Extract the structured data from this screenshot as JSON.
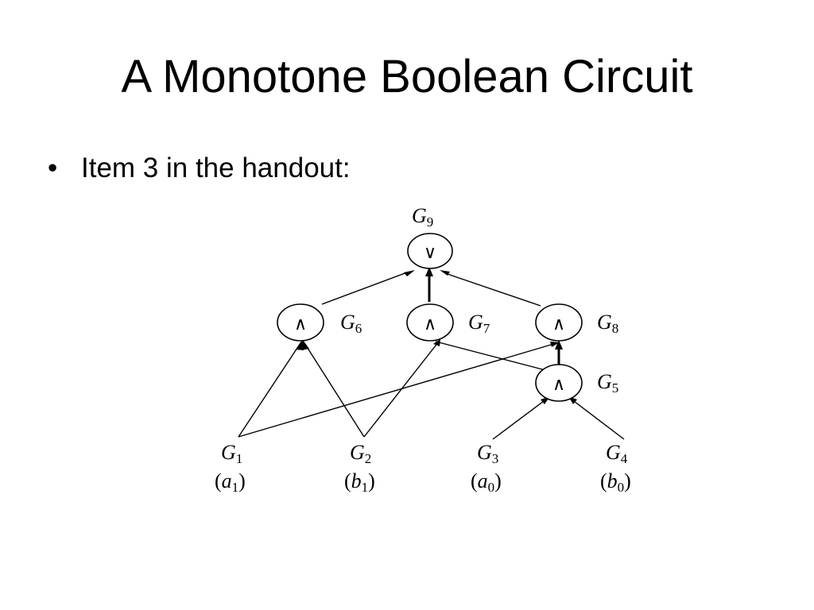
{
  "slide": {
    "title": "A Monotone Boolean Circuit",
    "bullets": [
      {
        "marker": "•",
        "text": "Item 3 in the handout:"
      }
    ]
  },
  "circuit": {
    "gates": {
      "G9": {
        "op": "∨",
        "name": "G",
        "index": "9"
      },
      "G6": {
        "op": "∧",
        "name": "G",
        "index": "6"
      },
      "G7": {
        "op": "∧",
        "name": "G",
        "index": "7"
      },
      "G8": {
        "op": "∧",
        "name": "G",
        "index": "8"
      },
      "G5": {
        "op": "∧",
        "name": "G",
        "index": "5"
      }
    },
    "inputs": {
      "G1": {
        "name": "G",
        "index": "1",
        "var": "a",
        "var_index": "1"
      },
      "G2": {
        "name": "G",
        "index": "2",
        "var": "b",
        "var_index": "1"
      },
      "G3": {
        "name": "G",
        "index": "3",
        "var": "a",
        "var_index": "0"
      },
      "G4": {
        "name": "G",
        "index": "4",
        "var": "b",
        "var_index": "0"
      }
    },
    "edges": [
      [
        "G1",
        "G6"
      ],
      [
        "G2",
        "G6"
      ],
      [
        "G2",
        "G7"
      ],
      [
        "G5",
        "G7"
      ],
      [
        "G1",
        "G8"
      ],
      [
        "G5",
        "G8"
      ],
      [
        "G3",
        "G5"
      ],
      [
        "G4",
        "G5"
      ],
      [
        "G6",
        "G9"
      ],
      [
        "G7",
        "G9"
      ],
      [
        "G8",
        "G9"
      ]
    ]
  }
}
